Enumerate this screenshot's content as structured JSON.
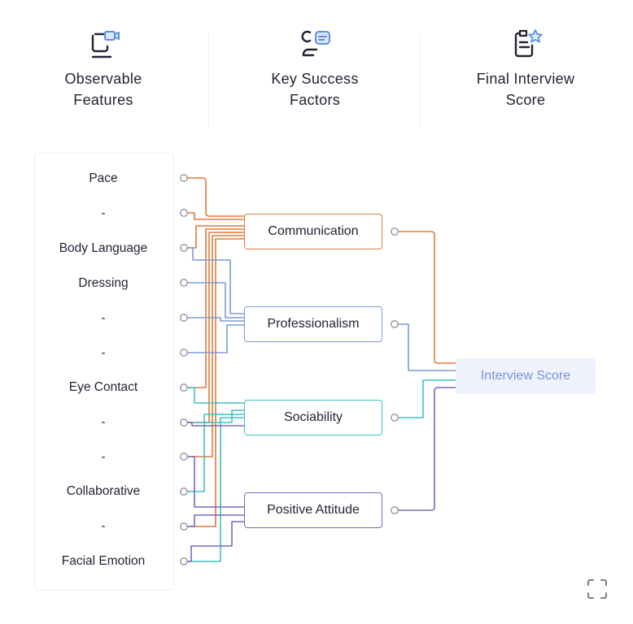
{
  "headers": [
    {
      "title": "Observable\nFeatures",
      "icon": "webcam-monitor-icon"
    },
    {
      "title": "Key Success\nFactors",
      "icon": "person-chat-icon"
    },
    {
      "title": "Final Interview\nScore",
      "icon": "clipboard-star-icon"
    }
  ],
  "features": [
    "Pace",
    "-",
    "Body Language",
    "Dressing",
    "-",
    "-",
    "Eye Contact",
    "-",
    "-",
    "Collaborative",
    "-",
    "Facial Emotion"
  ],
  "factors": [
    {
      "label": "Communication",
      "color": "#e07a3c"
    },
    {
      "label": "Professionalism",
      "color": "#7b9bd4"
    },
    {
      "label": "Sociability",
      "color": "#3fc2c3"
    },
    {
      "label": "Positive Attitude",
      "color": "#7a68c0"
    }
  ],
  "score": {
    "label": "Interview Score",
    "bg": "#eef2fc",
    "text_color": "#7b90dc"
  },
  "colors": {
    "accent": "#5b8ee0",
    "port": "#9a9aa3"
  }
}
